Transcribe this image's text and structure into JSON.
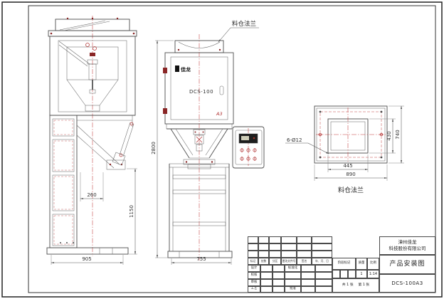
{
  "colors": {
    "line": "#4d4d4d",
    "red": "#b03131",
    "dim_text": "#333333"
  },
  "callouts": {
    "top_flange": "料仓法兰",
    "flange_detail_title": "料仓法兰",
    "holes": "6-Ø12"
  },
  "cabinet": {
    "logo": "佳龙",
    "model": "DCS-100",
    "mark": "A3"
  },
  "dims": {
    "side_bottom": "905",
    "side_height": "1150",
    "side_offset": "260",
    "front_height": "2800",
    "front_bottom": "755",
    "flange_inner_w": "445",
    "flange_outer_w": "890",
    "flange_inner_h": "430",
    "flange_outer_h": "740"
  },
  "title_block": {
    "company": [
      "漳州佳龙",
      "科技股份有限公司"
    ],
    "title": "产品安装图",
    "number": "DCS-100A3",
    "rev_header": [
      "标记",
      "处数",
      "分区",
      "更改文件号",
      "签名",
      "年、月、日"
    ],
    "sign_rows": [
      "设计",
      "校核",
      "审核",
      "工艺"
    ],
    "mid_rows": [
      "标准化",
      "批准"
    ],
    "stage": "阶段标记",
    "mass": "质量",
    "scale": "比例",
    "mass_value": "1",
    "scale_value": "1:14",
    "sheets_total": "共 1 张",
    "sheet_no": "第 1 张"
  }
}
